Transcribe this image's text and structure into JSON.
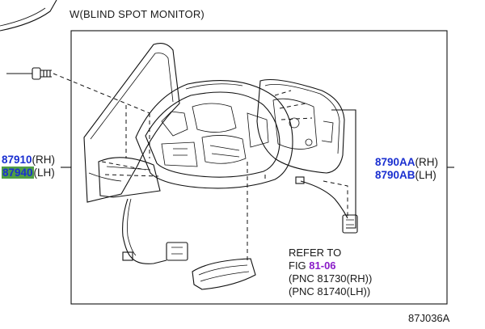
{
  "title": "W(BLIND SPOT MONITOR)",
  "left_label": {
    "rh_part": "87910",
    "rh_suffix": "(RH)",
    "lh_part": "87940",
    "lh_suffix": "(LH)"
  },
  "right_label": {
    "rh_part": "8790AA",
    "rh_suffix": "(RH)",
    "lh_part": "8790AB",
    "lh_suffix": "(LH)"
  },
  "reference": {
    "line1": "REFER TO",
    "fig_prefix": "FIG ",
    "fig_number": "81-06",
    "line3": "(PNC 81730(RH))",
    "line4": "(PNC 81740(LH))"
  },
  "diagram_code": "87J036A",
  "colors": {
    "part_number": "#1a2fd0",
    "figure_link": "#8a1cc8",
    "highlight": "#4f9e45"
  }
}
